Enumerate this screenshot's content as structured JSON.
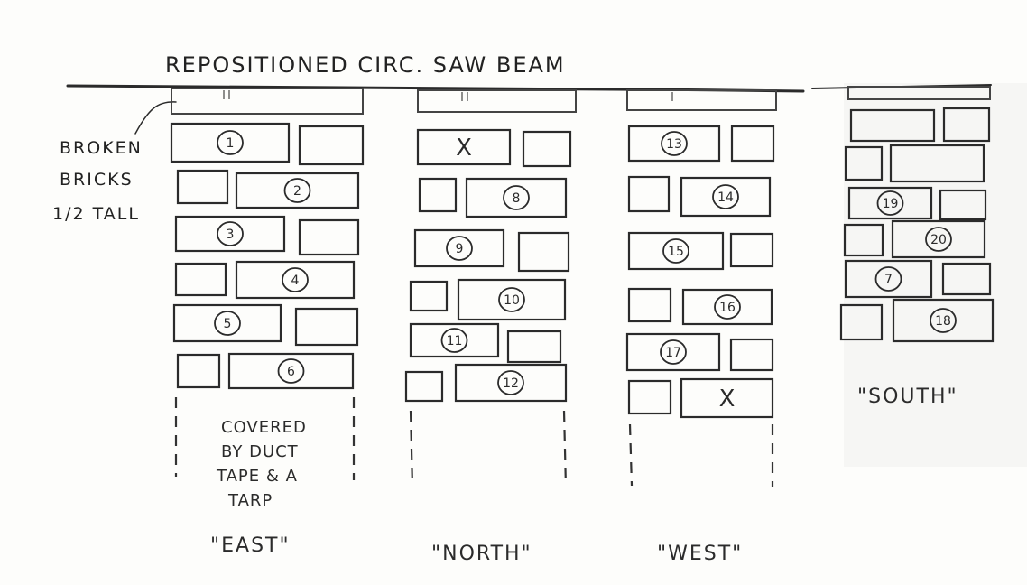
{
  "title": "REPOSITIONED CIRC. SAW BEAM",
  "side_note": [
    "BROKEN",
    "BRICKS",
    "1/2 TALL"
  ],
  "piers": [
    {
      "label": "\"EAST\"",
      "note": [
        "COVERED",
        "BY DUCT",
        "TAPE & A",
        "TARP"
      ],
      "bricks": [
        "",
        "1",
        "",
        "",
        "2",
        "3",
        "",
        "",
        "4",
        "5",
        "",
        "",
        "6"
      ]
    },
    {
      "label": "\"NORTH\"",
      "note": [],
      "bricks": [
        "",
        "X",
        "",
        "",
        "8",
        "9",
        "",
        "",
        "10",
        "11",
        "",
        "",
        "12"
      ]
    },
    {
      "label": "\"WEST\"",
      "note": [],
      "bricks": [
        "",
        "13",
        "",
        "",
        "14",
        "15",
        "",
        "",
        "16",
        "17",
        "",
        "",
        "X"
      ]
    },
    {
      "label": "\"SOUTH\"",
      "note": [],
      "bricks": [
        "",
        "",
        "",
        "",
        "",
        "19",
        "",
        "",
        "20",
        "7",
        "",
        "",
        "18"
      ]
    }
  ],
  "colors": {
    "ink": "#2b2b2b",
    "paper": "#fdfdfb",
    "south_paper": "#f6f6f4"
  }
}
